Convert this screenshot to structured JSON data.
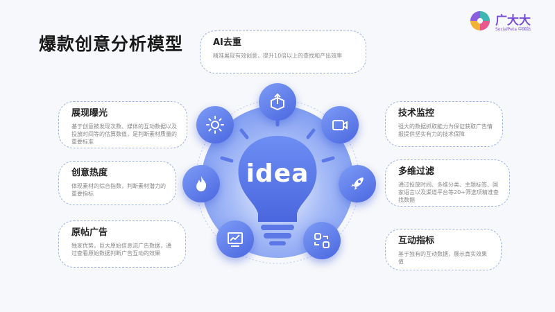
{
  "title": "爆款创意分析模型",
  "logo": {
    "name": "广大大",
    "sub": "SocialPeta 中国站",
    "icon": "pinwheel-logo-icon"
  },
  "center": {
    "label": "idea",
    "icon": "lightbulb-icon"
  },
  "colors": {
    "accent": "#5a78e8",
    "card_border": "#9fb2e3"
  },
  "cards": {
    "ai_dedupe": {
      "title": "AI去重",
      "desc": "精准展现有效创意，提升10倍以上的查找和产出效率",
      "icon": "box-upload-icon"
    },
    "exposure": {
      "title": "展现曝光",
      "desc": "基于创意被发现次数、媒体的互动数据以及投放时间等的估算数值，是判断素材质量的重要标准",
      "icon": "sun-icon"
    },
    "heat": {
      "title": "创意热度",
      "desc": "体现素材的综合指数，判断素材潜力的重要指标",
      "icon": "flame-icon"
    },
    "original": {
      "title": "原帖广告",
      "desc": "独家优势，巨大原始信息流广告数据，通过查看原始数据判断广告互动的效果",
      "icon": "chart-monitor-icon"
    },
    "monitor": {
      "title": "技术监控",
      "desc": "强大的数据抓取能力为保证获取广告情报提供坚实有力的技术保障",
      "icon": "video-camera-icon"
    },
    "filter": {
      "title": "多维过滤",
      "desc": "通过投放时间、多维分类、主题标签、国家语言以及渠道平台等20+筛选项精准查找数据",
      "icon": "rocket-icon"
    },
    "interaction": {
      "title": "互动指标",
      "desc": "基于独有的互动数据，展示真实效果值",
      "icon": "swap-arrows-icon"
    }
  }
}
